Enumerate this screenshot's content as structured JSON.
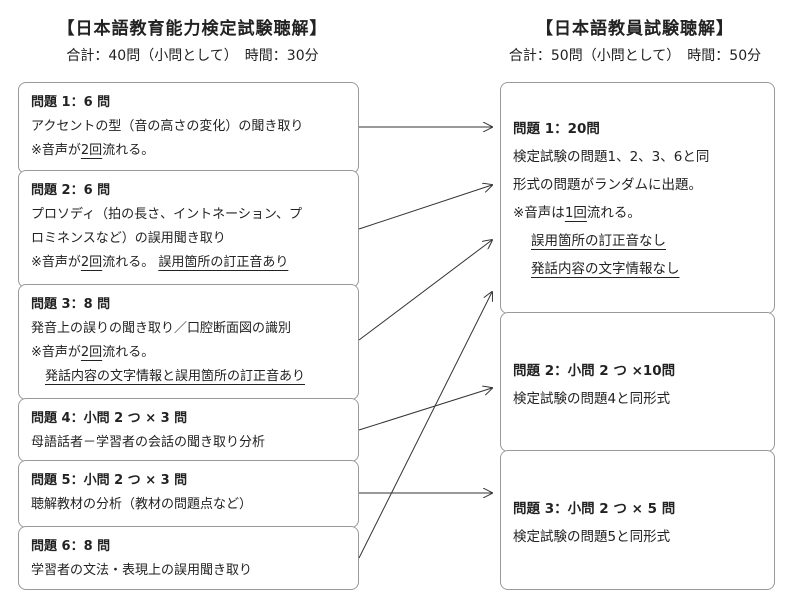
{
  "left": {
    "title": "【日本語教育能力検定試験聴解】",
    "subtitle": "合計：40問（小問として）　時間：30分",
    "boxes": [
      {
        "title": "問題 1：6 問",
        "l1": "アクセントの型（音の高さの変化）の聞き取り",
        "l2a": "※音声が",
        "l2b": "2回",
        "l2c": "流れる。"
      },
      {
        "title": "問題 2：6 問",
        "l1": "プロソディ（拍の長さ、イントネーション、プ",
        "l2": "ロミネンスなど）の誤用聞き取り",
        "l3a": "※音声が",
        "l3b": "2回",
        "l3c": "流れる。",
        "l3d": "誤用箇所の訂正音あり"
      },
      {
        "title": "問題 3：8 問",
        "l1": "発音上の誤りの聞き取り／口腔断面図の識別",
        "l2a": "※音声が",
        "l2b": "2回",
        "l2c": "流れる。",
        "l3": "発話内容の文字情報と誤用箇所の訂正音あり"
      },
      {
        "title": "問題 4：小問 2 つ × 3 問",
        "l1": "母語話者－学習者の会話の聞き取り分析"
      },
      {
        "title": "問題 5：小問 2 つ × 3 問",
        "l1": "聴解教材の分析（教材の問題点など）"
      },
      {
        "title": "問題 6：8 問",
        "l1": "学習者の文法・表現上の誤用聞き取り"
      }
    ]
  },
  "right": {
    "title": "【日本語教員試験聴解】",
    "subtitle": "合計：50問（小問として）　時間：50分",
    "boxes": [
      {
        "title": "問題 1：20問",
        "l1": "検定試験の問題1、2、3、6と同",
        "l2": "形式の問題がランダムに出題。",
        "l3a": "※音声は",
        "l3b": "1回",
        "l3c": "流れる。",
        "l4": "誤用箇所の訂正音なし",
        "l5": "発話内容の文字情報なし"
      },
      {
        "title": "問題 2：小問 2 つ ×10問",
        "l1": "検定試験の問題4と同形式"
      },
      {
        "title": "問題 3：小問 2 つ × 5 問",
        "l1": "検定試験の問題5と同形式"
      }
    ]
  }
}
